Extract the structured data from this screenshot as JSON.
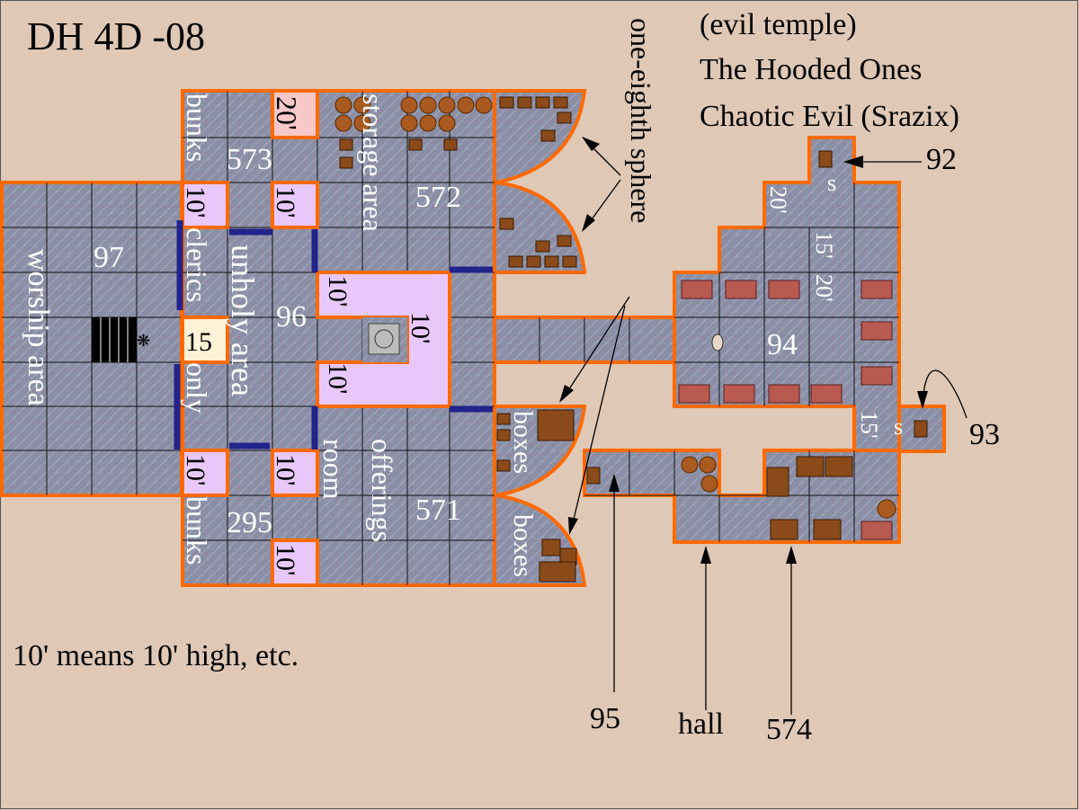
{
  "title": "DH 4D -08",
  "info": {
    "line1": "(evil temple)",
    "line2": "The Hooded Ones",
    "line3": "Chaotic Evil (Srazix)"
  },
  "legend_note": "10' means 10' high, etc.",
  "rooms": {
    "worship": {
      "number": "97",
      "label": "worship area"
    },
    "unholy": {
      "number": "96",
      "label": "unholy area"
    },
    "bunks_top": {
      "number": "573",
      "label": "bunks"
    },
    "bunks_bottom": {
      "number": "295",
      "label": "bunks"
    },
    "clerics_only": {
      "label1": "clerics",
      "label2": "only"
    },
    "storage": {
      "number": "572",
      "label": "storage area"
    },
    "offerings": {
      "number": "571",
      "label1": "offerings",
      "label2": "room"
    },
    "boxes1": "boxes",
    "boxes2": "boxes",
    "barracks": {
      "number": "94"
    }
  },
  "heights": {
    "h20": "20'",
    "h10": "10'",
    "h15": "15",
    "h15p": "15'",
    "secret": "s"
  },
  "callouts": {
    "sphere": "one-eighth sphere",
    "n92": "92",
    "n93": "93",
    "n95": "95",
    "hall": "hall",
    "n574": "574"
  },
  "colors": {
    "border": "#ff6a00",
    "background": "#dfc8b6",
    "lilac": "#e8c8fa",
    "pink": "#f8c8c8",
    "cream": "#fff2d6",
    "curtain": "#23238c"
  }
}
